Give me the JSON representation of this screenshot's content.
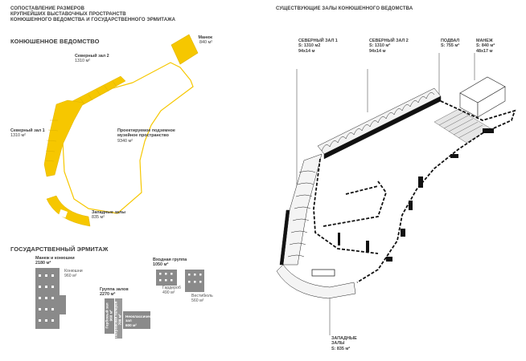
{
  "left_header": {
    "line1": "СОПОСТАВЛЕНИЕ РАЗМЕРОВ",
    "line2": "КРУПНЕЙШИХ ВЫСТАВОЧНЫХ ПРОСТРАНСТВ",
    "line3": "КОНЮШЕННОГО ВЕДОМСТВА И ГОСУДАРСТВЕННОГО ЭРМИТАЖА"
  },
  "right_header": {
    "title": "СУЩЕСТВУЮЩИЕ ЗАЛЫ КОНЮШЕННОГО ВЕДОМСТВА"
  },
  "konyushennoe": {
    "title": "КОНЮШЕННОЕ ВЕДОМСТВО",
    "manezh": {
      "name": "Манеж",
      "area": "840 м²"
    },
    "north2": {
      "name": "Северный зал 2",
      "area": "1310 м²"
    },
    "north1": {
      "name": "Северный зал 1",
      "area": "1310 м²"
    },
    "projected": {
      "line1": "Проектируемое подземное",
      "line2": "музейное пространство",
      "area": "9340 м²"
    },
    "west": {
      "name": "Западные залы",
      "area": "835 м²"
    }
  },
  "hermitage": {
    "title": "ГОСУДАРСТВЕННЫЙ ЭРМИТАЖ",
    "manezh_konyushni": {
      "name": "Манеж и конюшни",
      "area": "2180 м²"
    },
    "konyushni": {
      "name": "Конюшни",
      "area": "960 м²"
    },
    "group_halls": {
      "name": "Группа залов",
      "area": "2270 м²"
    },
    "entrance_group": {
      "name": "Входная группа",
      "area": "1050 м²"
    },
    "garderob": {
      "name": "Гардероб",
      "area": "490 м²"
    },
    "vestibule": {
      "name": "Вестибюль",
      "area": "560 м²"
    },
    "gerbovy": {
      "name": "Гербовый зал",
      "area": "960 м²"
    },
    "neoclassical": {
      "name": "Неоклассический зал",
      "area": "600 м²"
    },
    "petrovskaya": {
      "name": "Петровская галерея",
      "area": "700 м²"
    }
  },
  "axon_labels": {
    "north1": {
      "title": "СЕВЕРНЫЙ ЗАЛ 1",
      "area": "S: 1310 м2",
      "dims": "94х14 м"
    },
    "north2": {
      "title": "СЕВЕРНЫЙ ЗАЛ 2",
      "area": "S: 1310 м²",
      "dims": "94х14 м"
    },
    "podval": {
      "title": "ПОДВАЛ",
      "area": "S: 755 м²"
    },
    "manezh": {
      "title": "МАНЕЖ",
      "area": "S: 840 м²",
      "dims": "48х17 м"
    },
    "west": {
      "line1": "ЗАПАДНЫЕ",
      "line2": "ЗАЛЫ",
      "area": "S: 835 м²"
    }
  },
  "colors": {
    "accent": "#f6c700",
    "gray": "#8a8a8a",
    "ink": "#111111"
  }
}
